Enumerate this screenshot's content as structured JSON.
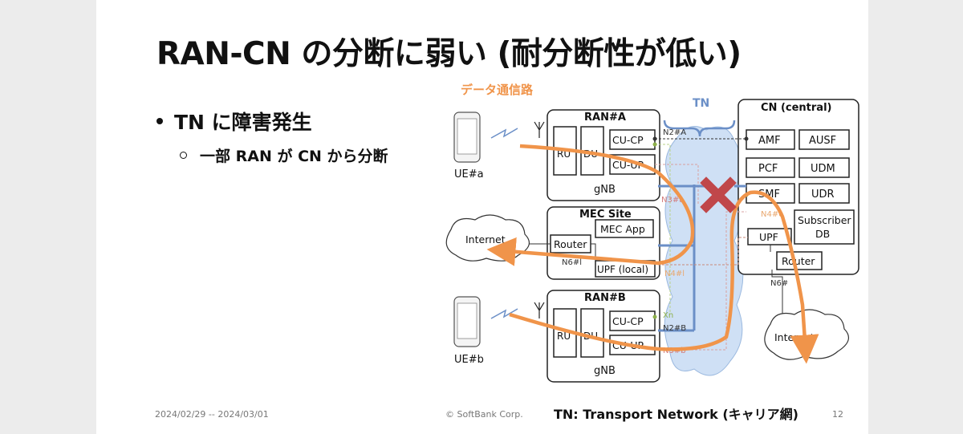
{
  "slide": {
    "title": "RAN-CN の分断に弱い (耐分断性が低い)",
    "bullet1": "TN に障害発生",
    "bullet2": "一部 RAN が CN から分断",
    "footer_date": "2024/02/29 -- 2024/03/01",
    "footer_copyright": "© SoftBank Corp.",
    "footer_tn_note": "TN: Transport Network (キャリア網)",
    "page_number": "12"
  },
  "diagram": {
    "data_path_label": "データ通信路",
    "tn_label": "TN",
    "ran_a": {
      "title": "RAN#A",
      "cu_cp": "CU-CP",
      "cu_up": "CU-UP",
      "du": "DU",
      "ru": "RU",
      "gnb": "gNB"
    },
    "ran_b": {
      "title": "RAN#B",
      "cu_cp": "CU-CP",
      "cu_up": "CU-UP",
      "du": "DU",
      "ru": "RU",
      "gnb": "gNB"
    },
    "mec": {
      "title": "MEC Site",
      "app": "MEC App",
      "router": "Router",
      "upf": "UPF (local)"
    },
    "cn": {
      "title": "CN (central)",
      "amf": "AMF",
      "ausf": "AUSF",
      "pcf": "PCF",
      "udm": "UDM",
      "smf": "SMF",
      "udr": "UDR",
      "upf": "UPF",
      "subscriber_db": [
        "Subscriber",
        "DB"
      ],
      "router": "Router"
    },
    "ue_a": "UE#a",
    "ue_b": "UE#b",
    "internet_left": "Internet",
    "internet_right": "Internet",
    "interfaces": {
      "n2a": "N2#A",
      "n3a": "N3#a",
      "n2b": "N2#B",
      "n3b": "N3#b",
      "xn": "Xn",
      "n4c": "N4#c",
      "n4l": "N4#l",
      "n6l": "N6#l",
      "n6": "N6#"
    },
    "colors": {
      "path": "#f0944a",
      "tn_cloud": "#cfe0f5",
      "tn_accent": "#6b8fc7",
      "cross": "#c0474a"
    }
  }
}
